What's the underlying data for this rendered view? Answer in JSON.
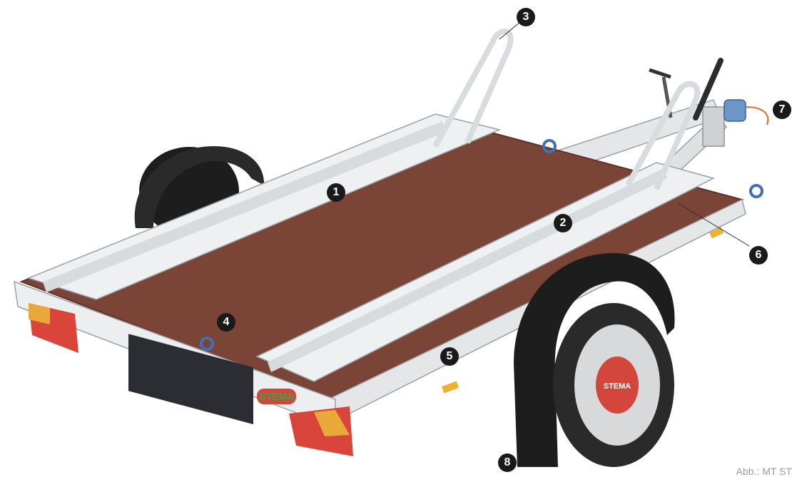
{
  "callouts": [
    "1",
    "2",
    "3",
    "4",
    "5",
    "6",
    "7",
    "8"
  ],
  "caption": "Abb.: MT ST",
  "brand_text": "STEMA",
  "colors": {
    "deck": "#7a4437",
    "frame": "#e4e6e8",
    "fender": "#1d1d1d",
    "light_red": "#d9443b",
    "light_amber": "#e9a93a",
    "rim": "#d7d9db",
    "hub_red": "#d2463c",
    "eyelet_blue": "#3f6fb5",
    "reflector": "#f0b030"
  }
}
